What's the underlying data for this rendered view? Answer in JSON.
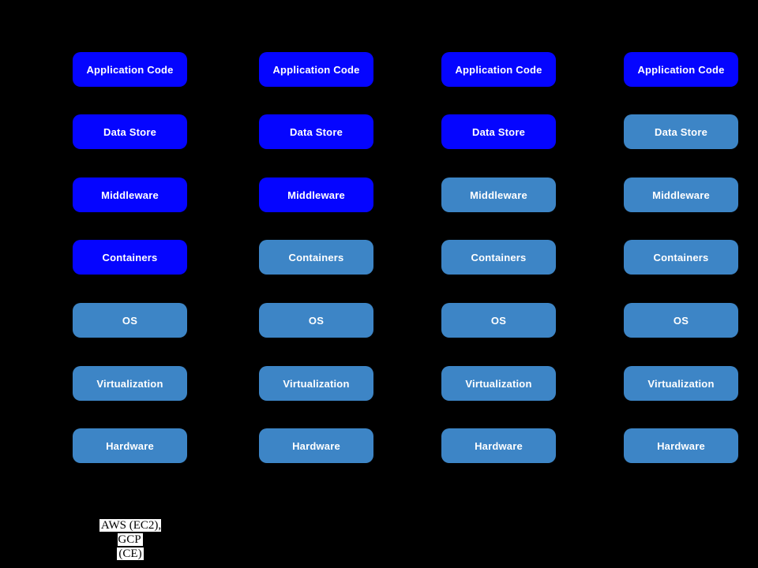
{
  "canvas": {
    "background": "#000000"
  },
  "palette": {
    "user_managed_fill": "#0505FF",
    "provider_managed_fill": "#3D85C6",
    "box_text_color": "#FFFFFF",
    "footnote_text_color": "#000000",
    "footnote_highlight": "#FFFFFF"
  },
  "columns": [
    {
      "boxes": [
        {
          "label": "Application Code",
          "fill": "user"
        },
        {
          "label": "Data Store",
          "fill": "user"
        },
        {
          "label": "Middleware",
          "fill": "user"
        },
        {
          "label": "Containers",
          "fill": "user"
        },
        {
          "label": "OS",
          "fill": "provider"
        },
        {
          "label": "Virtualization",
          "fill": "provider"
        },
        {
          "label": "Hardware",
          "fill": "provider"
        }
      ]
    },
    {
      "boxes": [
        {
          "label": "Application Code",
          "fill": "user"
        },
        {
          "label": "Data Store",
          "fill": "user"
        },
        {
          "label": "Middleware",
          "fill": "user"
        },
        {
          "label": "Containers",
          "fill": "provider"
        },
        {
          "label": "OS",
          "fill": "provider"
        },
        {
          "label": "Virtualization",
          "fill": "provider"
        },
        {
          "label": "Hardware",
          "fill": "provider"
        }
      ]
    },
    {
      "boxes": [
        {
          "label": "Application Code",
          "fill": "user"
        },
        {
          "label": "Data Store",
          "fill": "user"
        },
        {
          "label": "Middleware",
          "fill": "provider"
        },
        {
          "label": "Containers",
          "fill": "provider"
        },
        {
          "label": "OS",
          "fill": "provider"
        },
        {
          "label": "Virtualization",
          "fill": "provider"
        },
        {
          "label": "Hardware",
          "fill": "provider"
        }
      ]
    },
    {
      "boxes": [
        {
          "label": "Application Code",
          "fill": "user"
        },
        {
          "label": "Data Store",
          "fill": "provider"
        },
        {
          "label": "Middleware",
          "fill": "provider"
        },
        {
          "label": "Containers",
          "fill": "provider"
        },
        {
          "label": "OS",
          "fill": "provider"
        },
        {
          "label": "Virtualization",
          "fill": "provider"
        },
        {
          "label": "Hardware",
          "fill": "provider"
        }
      ]
    }
  ],
  "footnote": {
    "lines": [
      "AWS (EC2), GCP",
      "(CE)"
    ]
  }
}
